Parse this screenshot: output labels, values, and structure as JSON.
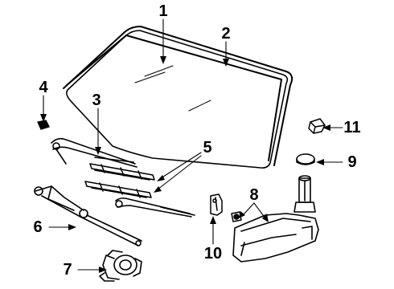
{
  "diagram": {
    "callouts": {
      "c1": "1",
      "c2": "2",
      "c3": "3",
      "c4": "4",
      "c5": "5",
      "c6": "6",
      "c7": "7",
      "c8": "8",
      "c9": "9",
      "c10": "10",
      "c11": "11"
    },
    "line_color": "#000000",
    "background_color": "#ffffff"
  }
}
